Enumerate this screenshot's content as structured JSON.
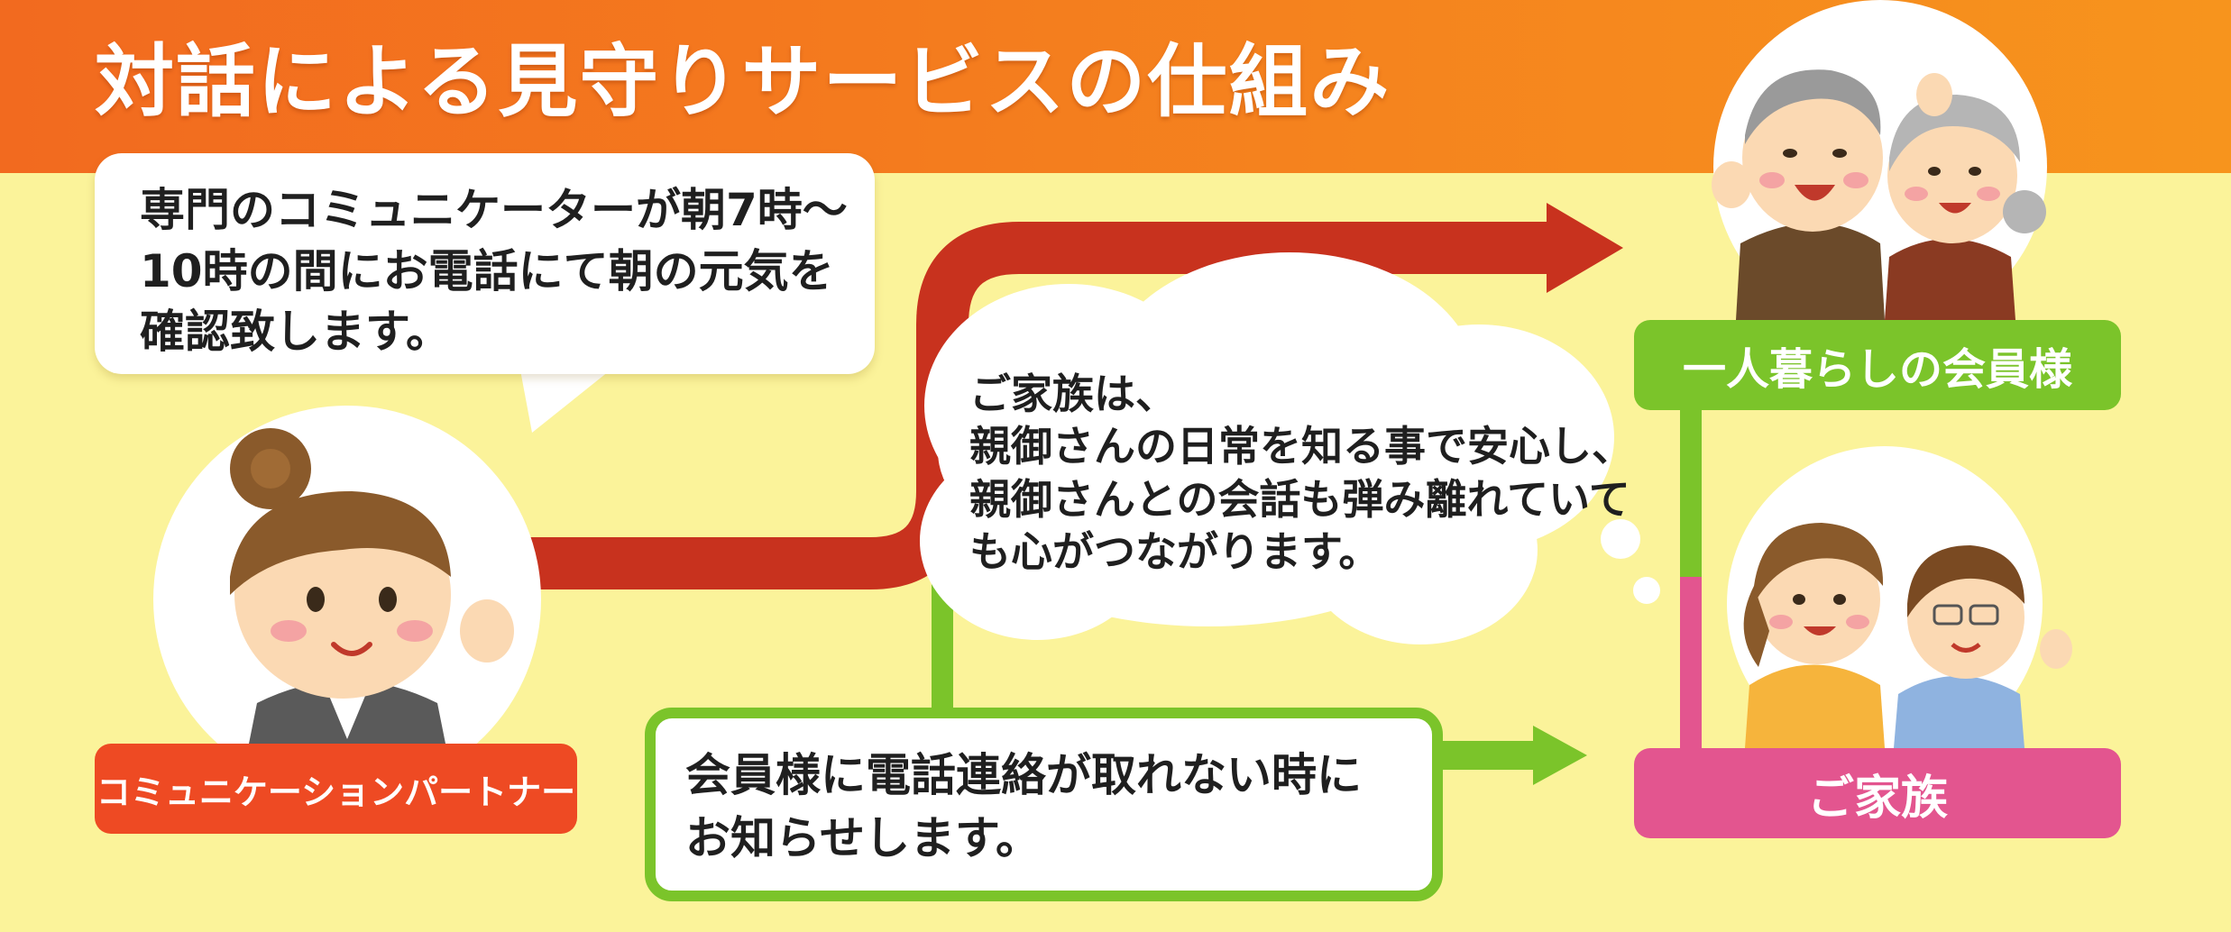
{
  "title": "対話による見守りサービスの仕組み",
  "bubble_top": {
    "lines": [
      "専門のコミュニケーターが朝7時〜",
      "10時の間にお電話にて朝の元気を",
      "確認致します。"
    ]
  },
  "cloud": {
    "lines": [
      "ご家族は、",
      "親御さんの日常を知る事で安心し、",
      "親御さんとの会話も弾み離れていて",
      "も心がつながります。"
    ]
  },
  "notice_box": {
    "lines": [
      "会員様に電話連絡が取れない時に",
      "お知らせします。"
    ]
  },
  "labels": {
    "partner": "コミュニケーションパートナー",
    "member": "一人暮らしの会員様",
    "family": "ご家族"
  },
  "colors": {
    "header_orange": "#f47a22",
    "background_yellow": "#fbf39a",
    "arrow_red": "#c8321e",
    "green": "#7bc42a",
    "pink": "#e3558f",
    "label_red": "#ee4a23"
  },
  "icons": [
    "operator-woman-illustration",
    "elderly-couple-illustration",
    "family-couple-illustration"
  ]
}
